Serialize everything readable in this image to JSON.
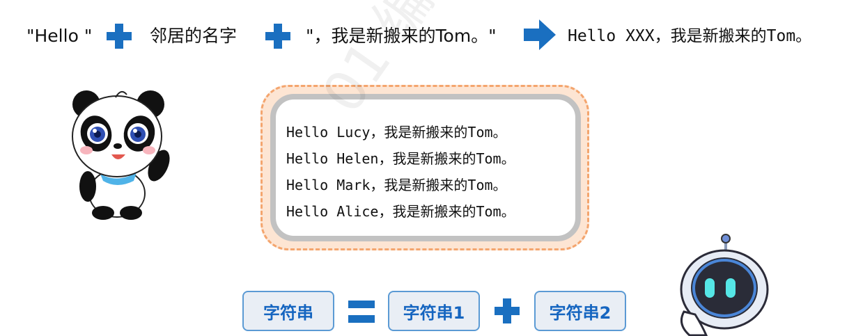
{
  "formula_top": {
    "part1": "\"Hello \"",
    "part2": "邻居的名字",
    "part3": "\"，我是新搬来的Tom。\"",
    "result": "Hello XXX，我是新搬来的Tom。"
  },
  "greetings": [
    "Hello Lucy，我是新搬来的Tom。",
    "Hello Helen，我是新搬来的Tom。",
    "Hello Mark，我是新搬来的Tom。",
    "Hello Alice，我是新搬来的Tom。"
  ],
  "formula_bottom": {
    "left": "字符串",
    "operand1": "字符串1",
    "operand2": "字符串2"
  },
  "colors": {
    "accent_blue": "#1a6fc0",
    "box_text": "#1565c0",
    "card_dash": "#f4a56e"
  },
  "icons": [
    "plus-icon",
    "arrow-right-icon",
    "equals-icon",
    "panda-mascot",
    "robot-mascot"
  ]
}
